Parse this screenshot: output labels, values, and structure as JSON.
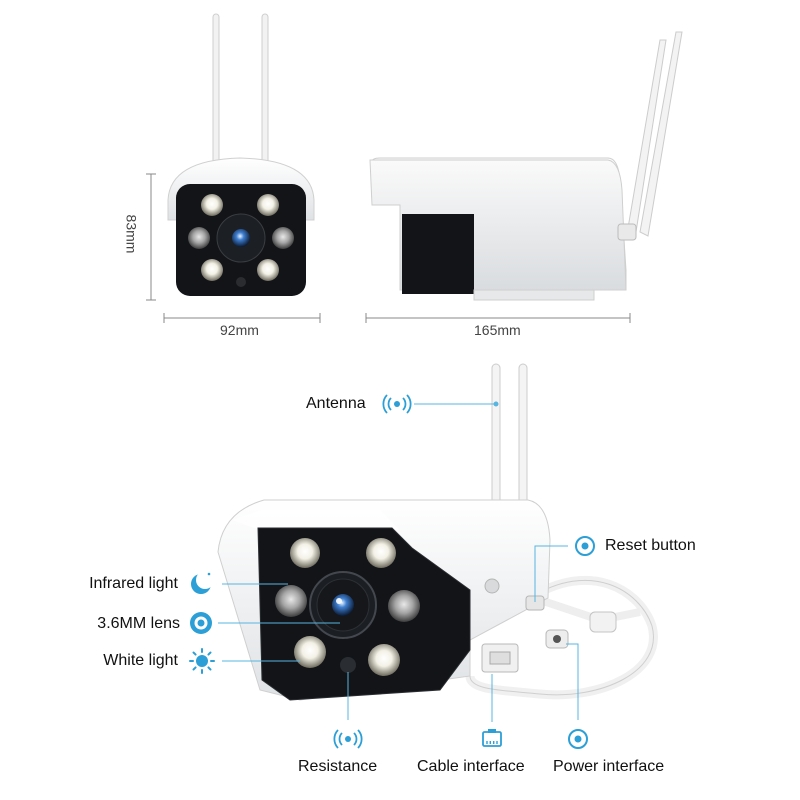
{
  "dimensions": {
    "height": "83mm",
    "front_width": "92mm",
    "side_length": "165mm"
  },
  "callouts": {
    "antenna": "Antenna",
    "reset_button": "Reset button",
    "infrared_light": "Infrared light",
    "lens": "3.6MM lens",
    "white_light": "White light",
    "resistance": "Resistance",
    "cable_interface": "Cable interface",
    "power_interface": "Power interface"
  },
  "icons": {
    "antenna": "signal-waves-icon",
    "reset_button": "ring-icon",
    "infrared_light": "moon-icon",
    "lens": "lens-icon",
    "white_light": "sun-icon",
    "resistance": "signal-waves-icon",
    "cable_interface": "ethernet-port-icon",
    "power_interface": "ring-icon"
  },
  "colors": {
    "accent": "#2b9fd6",
    "leader_line": "#58b5e0",
    "dimension_line": "#888888",
    "camera_body": "#f4f5f6",
    "camera_front": "#121418"
  }
}
